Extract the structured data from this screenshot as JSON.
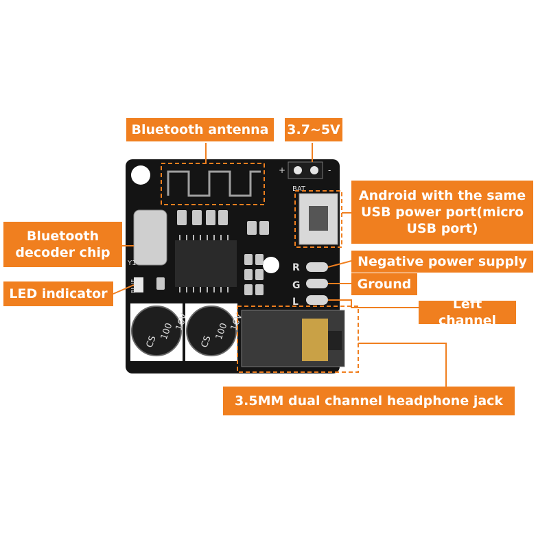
{
  "title": "",
  "board": {
    "silk_bat": "BAT",
    "silk_plus": "+",
    "silk_minus": "-",
    "silk_r": "R",
    "silk_g": "G",
    "silk_l": "L",
    "silk_y1": "Y1",
    "silk_blue": "BLUE",
    "cap_left": [
      "CS",
      "100",
      "16V"
    ],
    "cap_right": [
      "CS",
      "100",
      "16V"
    ]
  },
  "labels": {
    "antenna": "Bluetooth antenna",
    "voltage": "3.7~5V",
    "usb": [
      "Android with the same",
      "USB power port(micro",
      "USB port)"
    ],
    "decoder": [
      "Bluetooth",
      "decoder chip"
    ],
    "led": "LED indicator",
    "negative": "Negative power supply",
    "ground": "Ground",
    "left_channel": "Left channel",
    "jack": "3.5MM dual channel headphone jack"
  },
  "colors": {
    "accent": "#f07f1f",
    "board": "#111111",
    "label_text": "#ffffff"
  }
}
